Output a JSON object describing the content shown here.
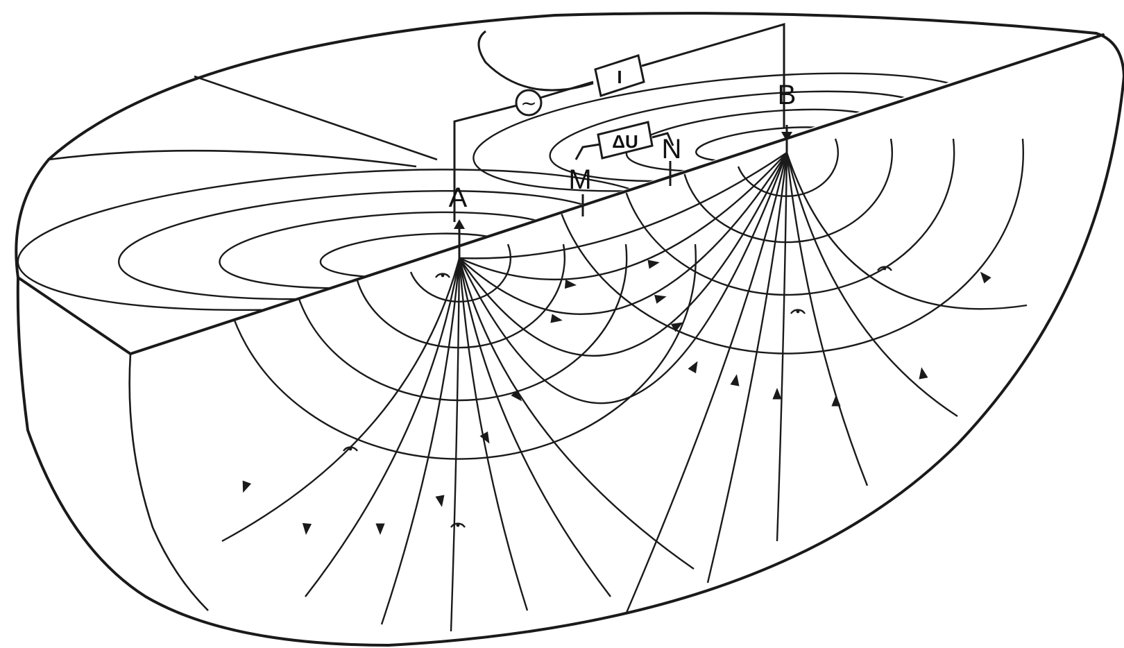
{
  "diagram": {
    "electrodes": {
      "current_a": "A",
      "current_b": "B",
      "potential_m": "M",
      "potential_n": "N"
    },
    "instruments": {
      "voltmeter": "ΔU",
      "ammeter": "I",
      "source": "~"
    }
  }
}
